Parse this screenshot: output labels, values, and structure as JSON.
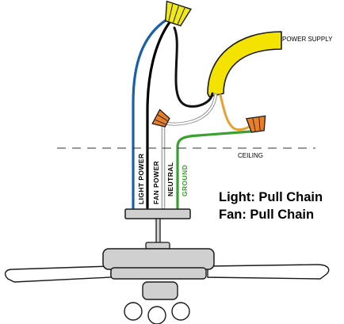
{
  "labels": {
    "power_supply": "POWER SUPPLY",
    "ceiling": "CEILING",
    "light_power": "LIGHT POWER",
    "fan_power": "FAN POWER",
    "neutral": "NEUTRAL",
    "ground": "GROUND"
  },
  "modes": {
    "light": "Light: Pull Chain",
    "fan": "Fan: Pull Chain"
  },
  "colors": {
    "supply_cable": "#f4e200",
    "wire_nut_yellow": "#f0ea1a",
    "wire_nut_orange": "#e8802a",
    "light_wire": "#1a5fa8",
    "fan_wire": "#000000",
    "neutral_wire": "#dcdcdc",
    "ground_wire": "#3aa030",
    "supply_ground_wire": "#e8a030",
    "fan_body": "#d0d0d0"
  }
}
